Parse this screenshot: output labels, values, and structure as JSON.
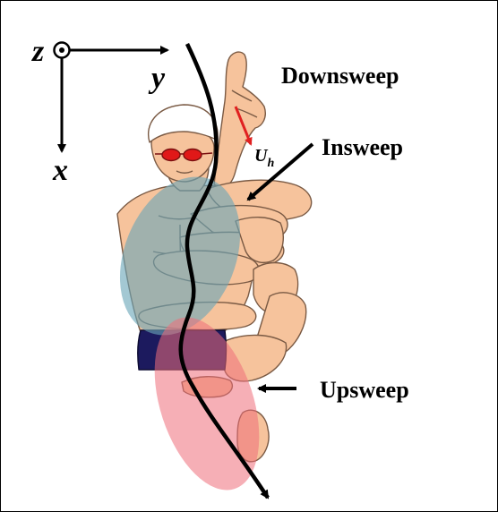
{
  "axes": {
    "z_label": "z",
    "y_label": "y",
    "x_label": "x"
  },
  "phases": {
    "downsweep": "Downsweep",
    "insweep": "Insweep",
    "upsweep": "Upsweep"
  },
  "vector": {
    "label": "U",
    "subscript": "h",
    "color": "#e02020"
  },
  "colors": {
    "skin": "#f6c39c",
    "skin_outline": "#7a5a44",
    "cap": "#ffffff",
    "goggles": "#e01818",
    "trunks": "#1c1a5e",
    "insweep_region": "#6aa7b8",
    "upsweep_region": "#ef6e7a",
    "path": "#000000"
  }
}
